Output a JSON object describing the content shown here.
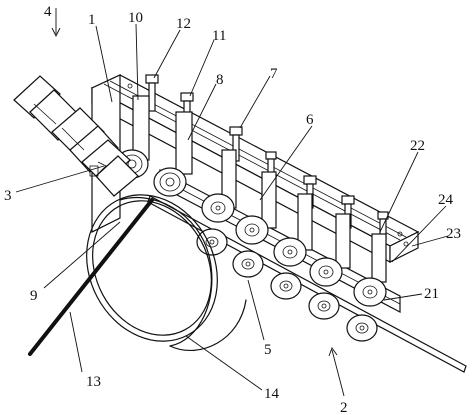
{
  "labels": [
    {
      "id": "1",
      "text": "1"
    },
    {
      "id": "2",
      "text": "2"
    },
    {
      "id": "3",
      "text": "3"
    },
    {
      "id": "4",
      "text": "4"
    },
    {
      "id": "5",
      "text": "5"
    },
    {
      "id": "6",
      "text": "6"
    },
    {
      "id": "7",
      "text": "7"
    },
    {
      "id": "8",
      "text": "8"
    },
    {
      "id": "9",
      "text": "9"
    },
    {
      "id": "10",
      "text": "10"
    },
    {
      "id": "11",
      "text": "11"
    },
    {
      "id": "12",
      "text": "12"
    },
    {
      "id": "13",
      "text": "13"
    },
    {
      "id": "14",
      "text": "14"
    },
    {
      "id": "21",
      "text": "21"
    },
    {
      "id": "22",
      "text": "22"
    },
    {
      "id": "23",
      "text": "23"
    },
    {
      "id": "24",
      "text": "24"
    }
  ]
}
